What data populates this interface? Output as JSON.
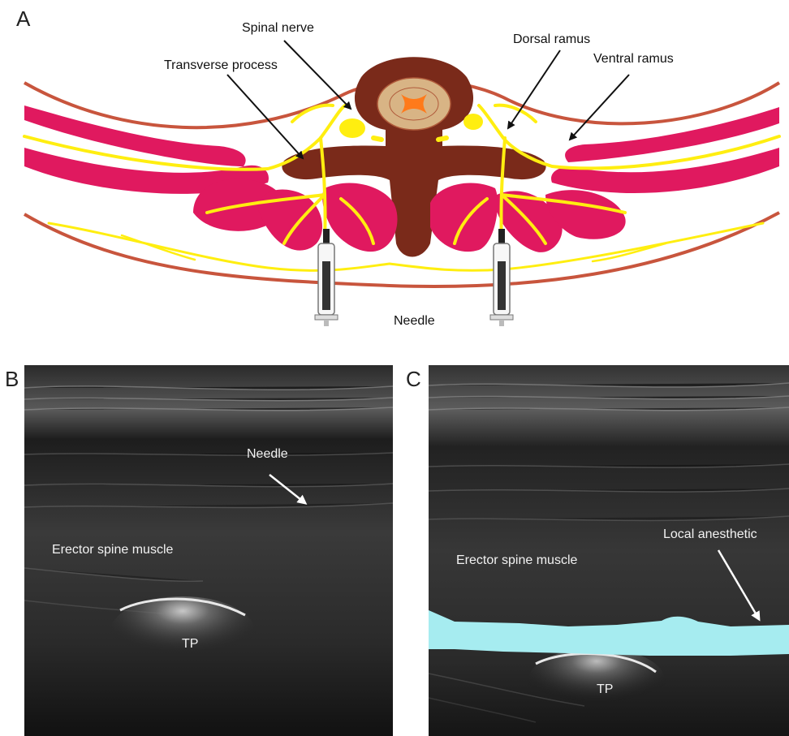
{
  "panels": {
    "a": {
      "letter": "A",
      "labels": {
        "spinal_nerve": "Spinal nerve",
        "transverse_process": "Transverse process",
        "dorsal_ramus": "Dorsal ramus",
        "ventral_ramus": "Ventral ramus",
        "needle": "Needle"
      }
    },
    "b": {
      "letter": "B",
      "labels": {
        "needle": "Needle",
        "erector": "Erector spine muscle",
        "tp": "TP"
      }
    },
    "c": {
      "letter": "C",
      "labels": {
        "local_anesthetic": "Local anesthetic",
        "erector": "Erector spine muscle",
        "tp": "TP"
      }
    }
  },
  "colors": {
    "skin": "#c8553d",
    "muscle": "#e0195f",
    "bone": "#7a2a1a",
    "nerve": "#ffee10",
    "cord": "#d8b485",
    "cord_center": "#ff7a1a",
    "anesthetic": "#a6ecf0"
  }
}
